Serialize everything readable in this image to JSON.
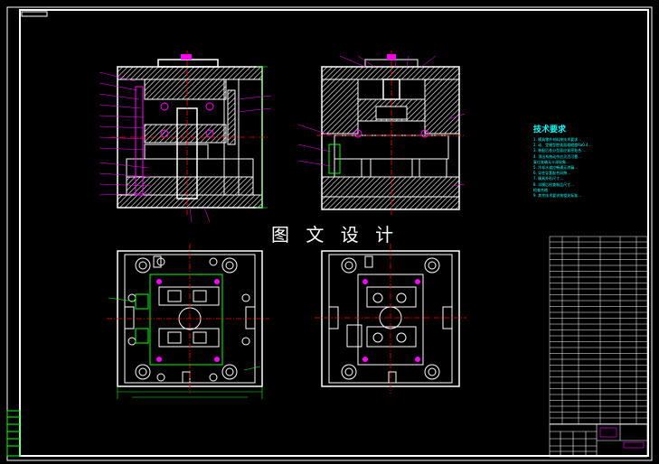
{
  "watermark": "图 文 设 计",
  "tech": {
    "title": "技术要求",
    "notes": [
      "1. 模具零件材料按技术要求…",
      "2. 动、定模型腔表面粗糙度Ra0.4…",
      "3. 装配后各分型面应紧密贴合…",
      "4. 顶出系统动作应灵活可靠…",
      "   复位准确无卡滞现象…",
      "5. 冷却水道应畅通无渗漏…",
      "6. 导柱导套配合间隙…",
      "7. 模具外形尺寸…",
      "8. 试模后检查制品尺寸…",
      "   检查合格",
      "9. 其余技术要求按相关标准…"
    ]
  },
  "colors": {
    "frame": "#ffffff",
    "centerline": "#ff0000",
    "leader": "#ff00ff",
    "dimension": "#00ff00",
    "notes": "#00ffff",
    "hatch": "#ffffff"
  }
}
